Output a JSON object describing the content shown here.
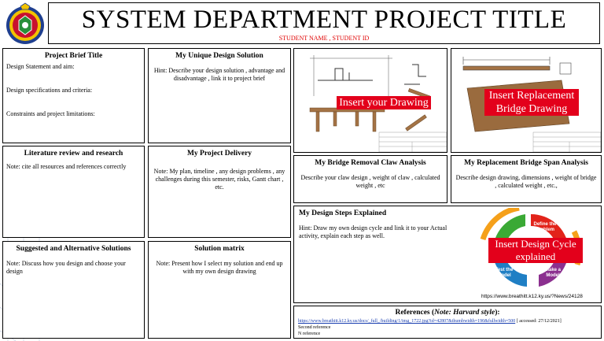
{
  "header": {
    "title": "SYSTEM DEPARTMENT PROJECT TITLE",
    "subtitle": "STUDENT NAME , STUDENT ID"
  },
  "panels": {
    "brief": {
      "heading": "Project Brief Title",
      "line1": "Design Statement and aim:",
      "line2": "Design specifications and criteria:",
      "line3": "Constraints and project limitations:"
    },
    "unique": {
      "heading": "My Unique Design Solution",
      "body": "Hint: Describe your design solution , advantage and disadvantage , link it to project brief"
    },
    "literature": {
      "heading": "Literature review and research",
      "body": "Note: cite all resources and references correctly"
    },
    "delivery": {
      "heading": "My Project Delivery",
      "body": "Note: My plan, timeline , any design problems , any challenges during this semester, risks, Gantt chart , etc."
    },
    "suggested": {
      "heading": "Suggested and Alternative Solutions",
      "body": "Note: Discuss how you design and choose your design"
    },
    "matrix": {
      "heading": "Solution matrix",
      "body": "Note: Present how I select my solution and end up with my own design drawing"
    },
    "claw": {
      "heading": "My Bridge Removal Claw Analysis",
      "body": "Describe your claw design , weight of claw , calculated weight , etc"
    },
    "span": {
      "heading": "My Replacement Bridge Span Analysis",
      "body": "Describe design drawing, dimensions , weight of bridge , calculated weight , etc.,"
    },
    "steps": {
      "heading": "My Design Steps Explained",
      "body": "Hint: Draw my own design cycle and link it to your Actual activity, explain each step as well.",
      "cycle_label": "Insert Design Cycle explained",
      "cycle_segments": [
        "Define the Problem",
        "Test the Model",
        "Make a Model"
      ],
      "credit": "https://www.breathitt.k12.ky.us/?News/24128"
    },
    "references": {
      "heading_prefix": "References (",
      "heading_em": "Note: Harvard style",
      "heading_suffix": "):",
      "url": "https://www.breathitt.k12.ky.us/docs/_full_/building/1/img_1722.jpg?id=42807&thumbwidth=190&fullwidth=500",
      "accessed": "[ accessed: 27/12/2021]",
      "second": "Second reference",
      "nth": "N  reference"
    }
  },
  "drawings": {
    "drawing1_label": "Insert your Drawing",
    "drawing2_label": "Insert  Replacement Bridge  Drawing"
  },
  "colors": {
    "label_red": "#e3001b",
    "subtitle_red": "#e00000",
    "wood": "#a47345"
  }
}
